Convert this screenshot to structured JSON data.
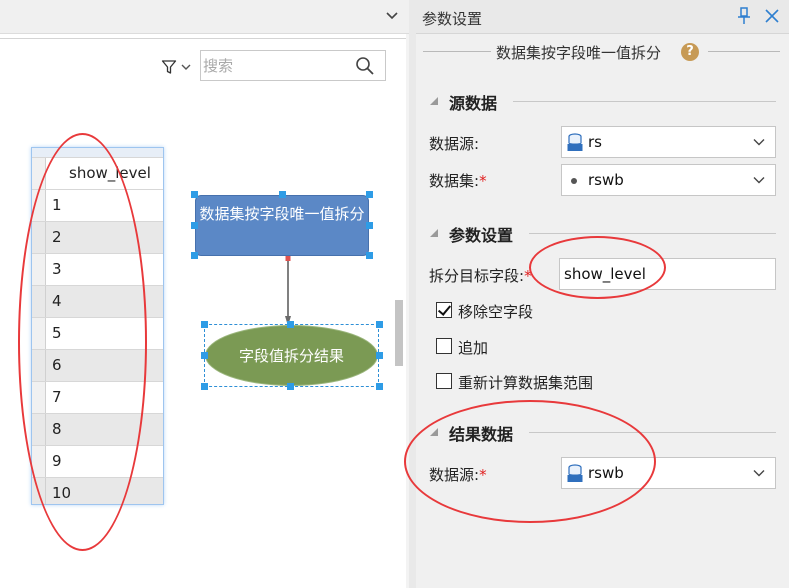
{
  "search": {
    "placeholder": "搜索"
  },
  "table": {
    "column": "show_level",
    "rows": [
      "1",
      "2",
      "3",
      "4",
      "5",
      "6",
      "7",
      "8",
      "9",
      "10"
    ]
  },
  "flow": {
    "process_node": "数据集按字段唯一值拆分",
    "result_node": "字段值拆分结果"
  },
  "panel": {
    "title": "参数设置",
    "function_title": "数据集按字段唯一值拆分",
    "help": "?",
    "sections": {
      "source": "源数据",
      "params": "参数设置",
      "result": "结果数据"
    },
    "source": {
      "datasource_label": "数据源:",
      "datasource_value": "rs",
      "dataset_label": "数据集:",
      "dataset_required": "*",
      "dataset_value": "rswb"
    },
    "params": {
      "split_field_label": "拆分目标字段:",
      "split_field_required": "*",
      "split_field_value": "show_level",
      "remove_empty_label": "移除空字段",
      "remove_empty_checked": true,
      "append_label": "追加",
      "append_checked": false,
      "recompute_label": "重新计算数据集范围",
      "recompute_checked": false
    },
    "result": {
      "datasource_label": "数据源:",
      "datasource_required": "*",
      "datasource_value": "rswb"
    }
  },
  "colors": {
    "process_node": "#5b88c6",
    "result_node": "#7b9a54",
    "annotation": "#e8393b",
    "required": "#e02020"
  }
}
